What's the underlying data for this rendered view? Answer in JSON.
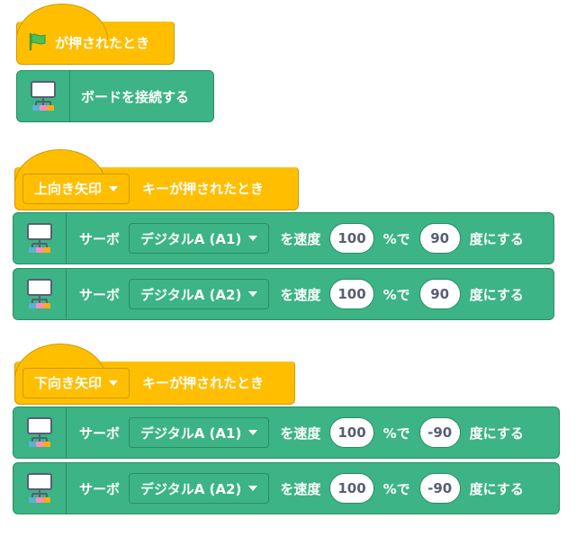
{
  "script1": {
    "hat_label": "が押されたとき",
    "connect_label": "ボードを接続する"
  },
  "script2": {
    "key_option": "上向き矢印",
    "hat_label": "キーが押されたとき",
    "rows": [
      {
        "servo_label": "サーボ",
        "port": "デジタルA (A1)",
        "speed_label": "を速度",
        "speed": "100",
        "pct_label": "%で",
        "angle": "90",
        "end_label": "度にする"
      },
      {
        "servo_label": "サーボ",
        "port": "デジタルA (A2)",
        "speed_label": "を速度",
        "speed": "100",
        "pct_label": "%で",
        "angle": "90",
        "end_label": "度にする"
      }
    ]
  },
  "script3": {
    "key_option": "下向き矢印",
    "hat_label": "キーが押されたとき",
    "rows": [
      {
        "servo_label": "サーボ",
        "port": "デジタルA (A1)",
        "speed_label": "を速度",
        "speed": "100",
        "pct_label": "%で",
        "angle": "-90",
        "end_label": "度にする"
      },
      {
        "servo_label": "サーボ",
        "port": "デジタルA (A2)",
        "speed_label": "を速度",
        "speed": "100",
        "pct_label": "%で",
        "angle": "-90",
        "end_label": "度にする"
      }
    ]
  },
  "colors": {
    "events": "#ffbf00",
    "extension": "#3cb485",
    "pill_text": "#575e75"
  },
  "icons": {
    "flag": "green-flag-icon",
    "board": "board-extension-icon"
  }
}
